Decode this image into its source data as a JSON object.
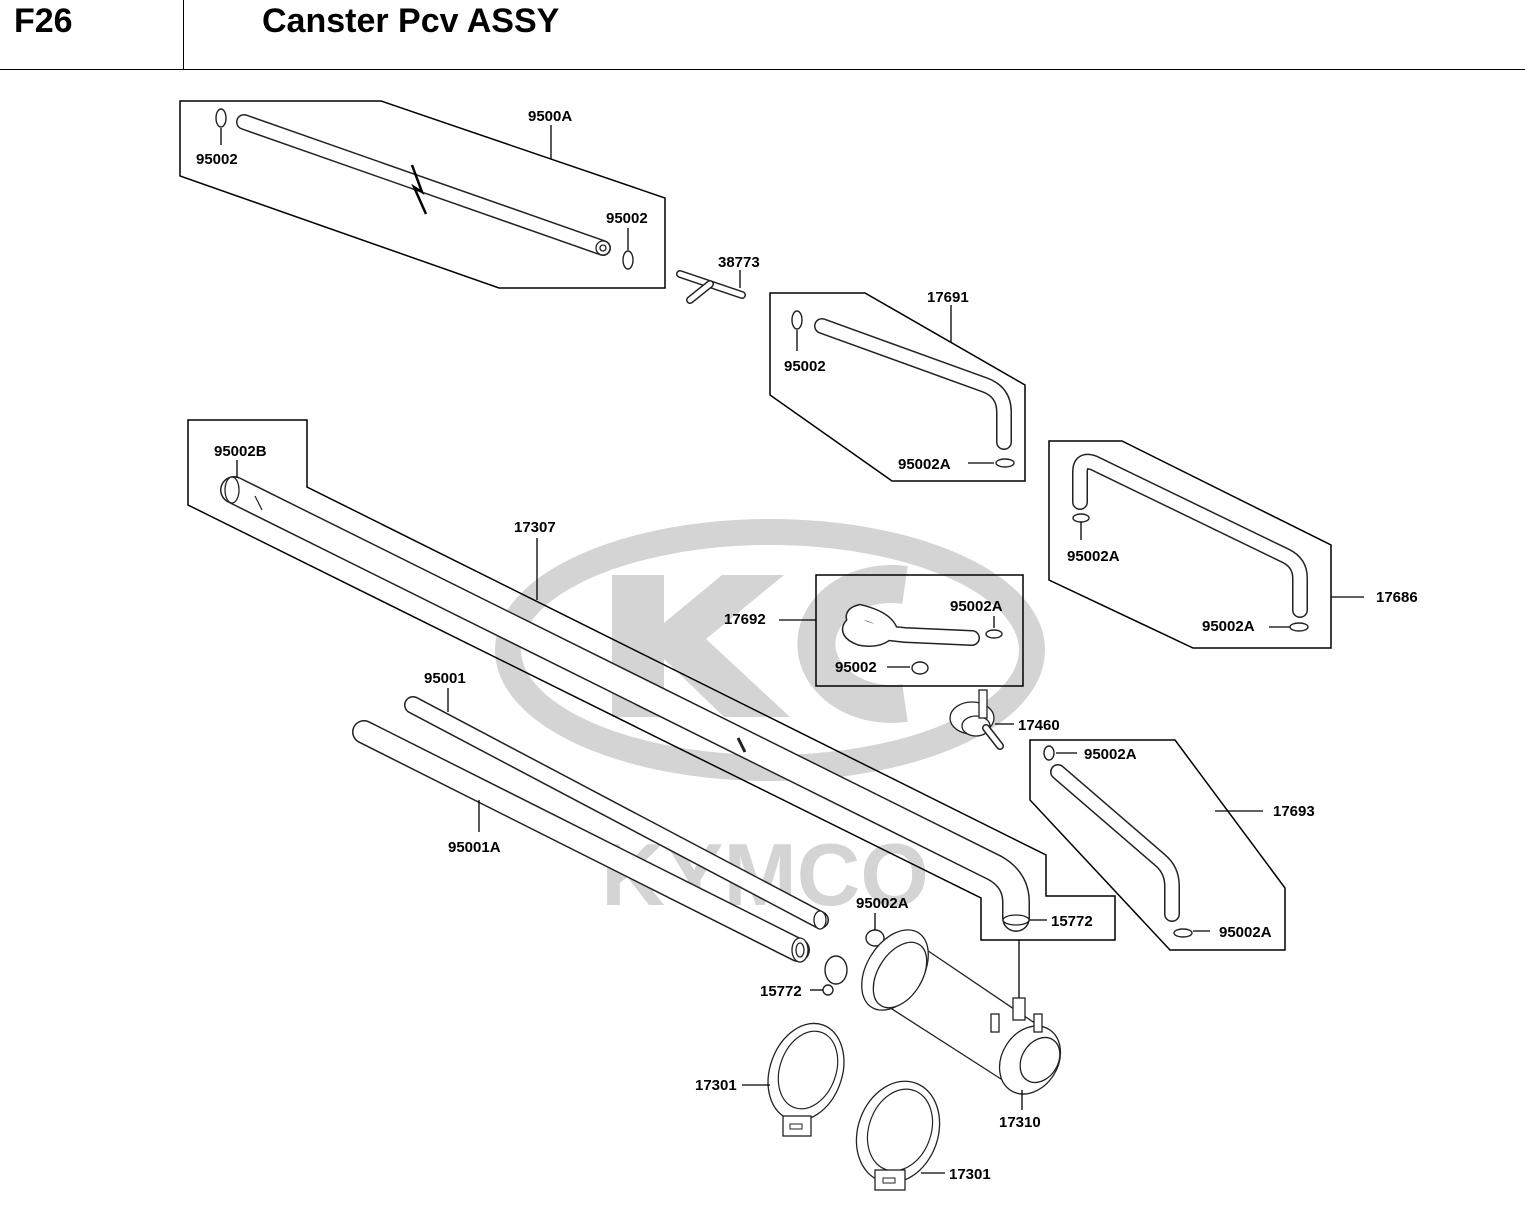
{
  "header": {
    "code": "F26",
    "title": "Canster Pcv ASSY"
  },
  "watermark": {
    "text": "KYMCO",
    "color": "#d4d4d4"
  },
  "callouts": {
    "c9500A": "9500A",
    "c95002_a": "95002",
    "c95002_b": "95002",
    "c38773": "38773",
    "c17691": "17691",
    "c95002_c": "95002",
    "c95002A_a": "95002A",
    "c95002B": "95002B",
    "c17307": "17307",
    "c95002A_b": "95002A",
    "c17686": "17686",
    "c95002A_c": "95002A",
    "c17692": "17692",
    "c95002A_d": "95002A",
    "c95002_d": "95002",
    "c95001": "95001",
    "c17460": "17460",
    "c95002A_e": "95002A",
    "c17693": "17693",
    "c95001A": "95001A",
    "c95002A_f": "95002A",
    "c15772_a": "15772",
    "c95002A_g": "95002A",
    "c15772_b": "15772",
    "c17301_a": "17301",
    "c17310": "17310",
    "c17301_b": "17301"
  }
}
